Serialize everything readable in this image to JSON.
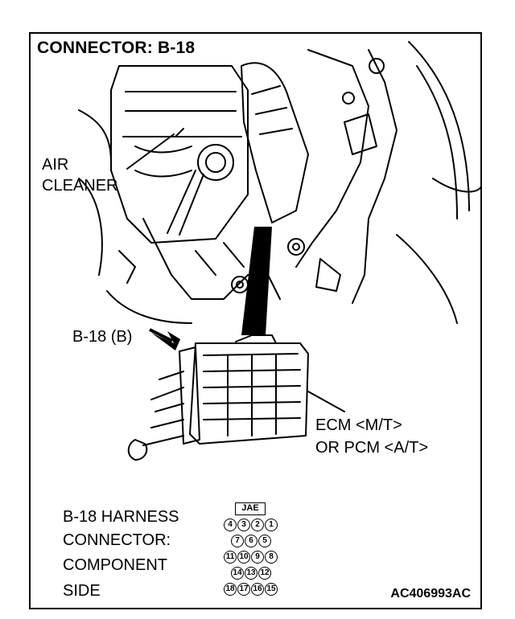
{
  "title": "CONNECTOR: B-18",
  "labels": {
    "air_cleaner_1": "AIR",
    "air_cleaner_2": "CLEANER",
    "connector_ref": "B-18 (B)",
    "ecm_1": "ECM <M/T>",
    "ecm_2": "OR PCM <A/T>",
    "harness_1": "B-18 HARNESS",
    "harness_2": "CONNECTOR:",
    "harness_3": "COMPONENT",
    "harness_4": "SIDE",
    "figure_code": "AC406993AC"
  },
  "connector_face": {
    "maker": "JAE",
    "rows": [
      [
        "4",
        "3",
        "2",
        "1"
      ],
      [
        "7",
        "6",
        "5"
      ],
      [
        "11",
        "10",
        "9",
        "8"
      ],
      [
        "14",
        "13",
        "12"
      ],
      [
        "18",
        "17",
        "16",
        "15"
      ]
    ]
  }
}
